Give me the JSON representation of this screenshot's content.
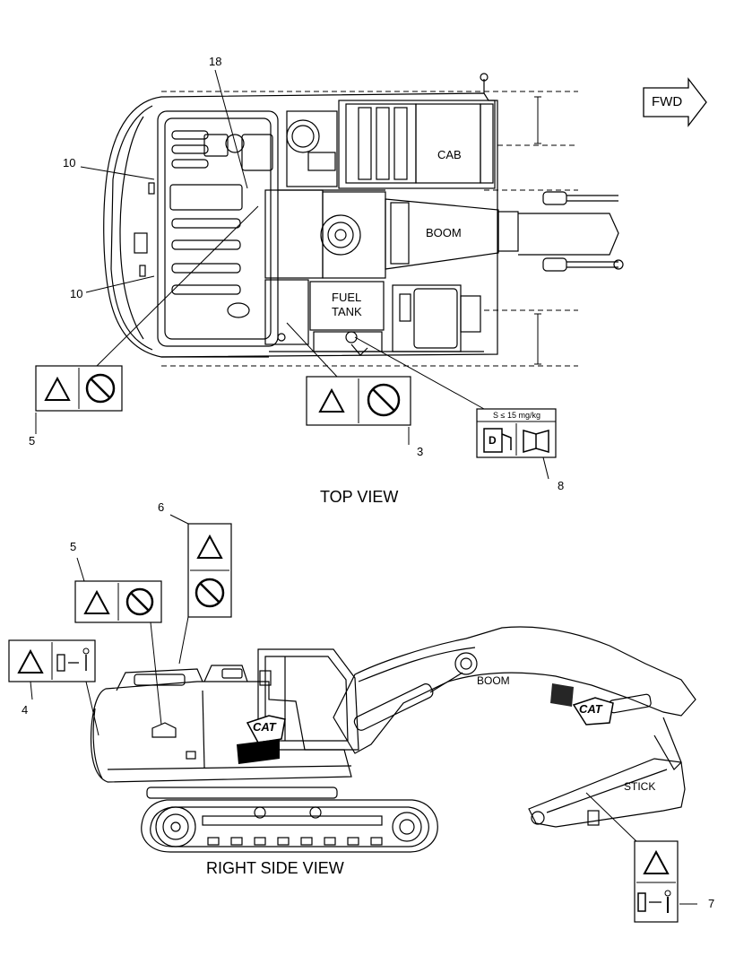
{
  "direction_arrow": "FWD",
  "views": {
    "top": "TOP VIEW",
    "side": "RIGHT SIDE VIEW"
  },
  "parts": {
    "cab": "CAB",
    "boom_top": "BOOM",
    "fuel_tank_line1": "FUEL",
    "fuel_tank_line2": "TANK",
    "boom_side": "BOOM",
    "stick": "STICK",
    "brand": "CAT"
  },
  "callouts": {
    "c18": "18",
    "c10a": "10",
    "c10b": "10",
    "c5_top": "5",
    "c3": "3",
    "c8": "8",
    "c6": "6",
    "c5_side": "5",
    "c4": "4",
    "c7": "7"
  },
  "decals": {
    "fuel_spec": "S ≤ 15 mg/kg",
    "fuel_pump_letter": "D"
  }
}
